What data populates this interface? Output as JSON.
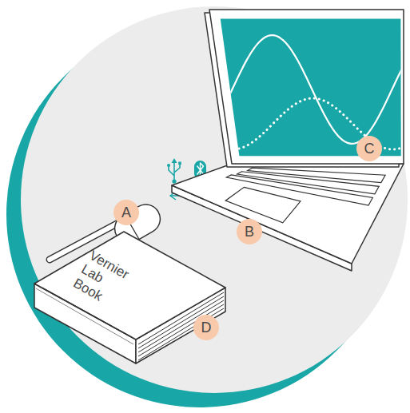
{
  "diagram": {
    "labels": [
      "A",
      "C",
      "B",
      "Vernier Lab Book",
      "D"
    ]
  }
}
